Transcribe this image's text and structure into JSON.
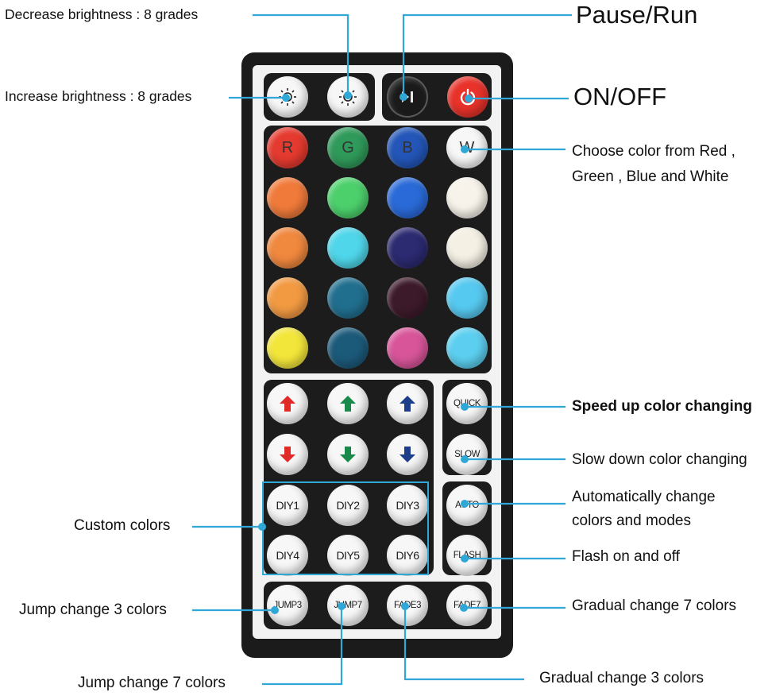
{
  "colors": {
    "leader": "#2fa8d8",
    "button_white": "#f7f7f7",
    "remote_body": "#1b1b1b",
    "panel": "#1c1c1c",
    "power_red": "#e8322a",
    "arrow_red": "#e02a2a",
    "arrow_green": "#1a8a4a",
    "arrow_blue": "#1d3f8a",
    "color_grid": [
      [
        "#e53a2f",
        "#2f9a5a",
        "#2356b8",
        "#f7f7f7"
      ],
      [
        "#f07a3a",
        "#4cd06c",
        "#2a6ad8",
        "#f7f3ea"
      ],
      [
        "#f0883e",
        "#4fd6ea",
        "#2c2a70",
        "#f5f0e4"
      ],
      [
        "#f29a42",
        "#216f8f",
        "#3d1a2a",
        "#56c9f0"
      ],
      [
        "#f3e63a",
        "#1c5a7a",
        "#d8559a",
        "#5ccff0"
      ]
    ]
  },
  "top_row": [
    {
      "icon": "brightness-down-icon"
    },
    {
      "icon": "brightness-up-icon"
    },
    {
      "icon": "play-pause-icon"
    },
    {
      "icon": "power-icon"
    }
  ],
  "color_letters": [
    "R",
    "G",
    "B",
    "W"
  ],
  "arrows_up": [
    "red",
    "green",
    "blue"
  ],
  "arrows_down": [
    "red",
    "green",
    "blue"
  ],
  "speed": [
    "QUICK",
    "SLOW"
  ],
  "diy": [
    "DIY1",
    "DIY2",
    "DIY3",
    "DIY4",
    "DIY5",
    "DIY6"
  ],
  "mode": [
    "AUTO",
    "FLASH"
  ],
  "bottom": [
    "JUMP3",
    "JUMP7",
    "FADE3",
    "FADE7"
  ],
  "annotations": {
    "decrease": "Decrease brightness : 8 grades",
    "increase": "Increase brightness : 8 grades",
    "pause_run": "Pause/Run",
    "on_off": "ON/OFF",
    "choose_1": "Choose color from Red ,",
    "choose_2": "Green , Blue and White",
    "speed_up": "Speed up color changing",
    "slow_down": "Slow down color changing",
    "auto_1": "Automatically change",
    "auto_2": "colors and modes",
    "flash": "Flash on and off",
    "custom": "Custom colors",
    "jump3": "Jump change 3 colors",
    "gradual7": "Gradual change 7 colors",
    "jump7": "Jump change 7 colors",
    "gradual3": "Gradual change 3 colors"
  }
}
